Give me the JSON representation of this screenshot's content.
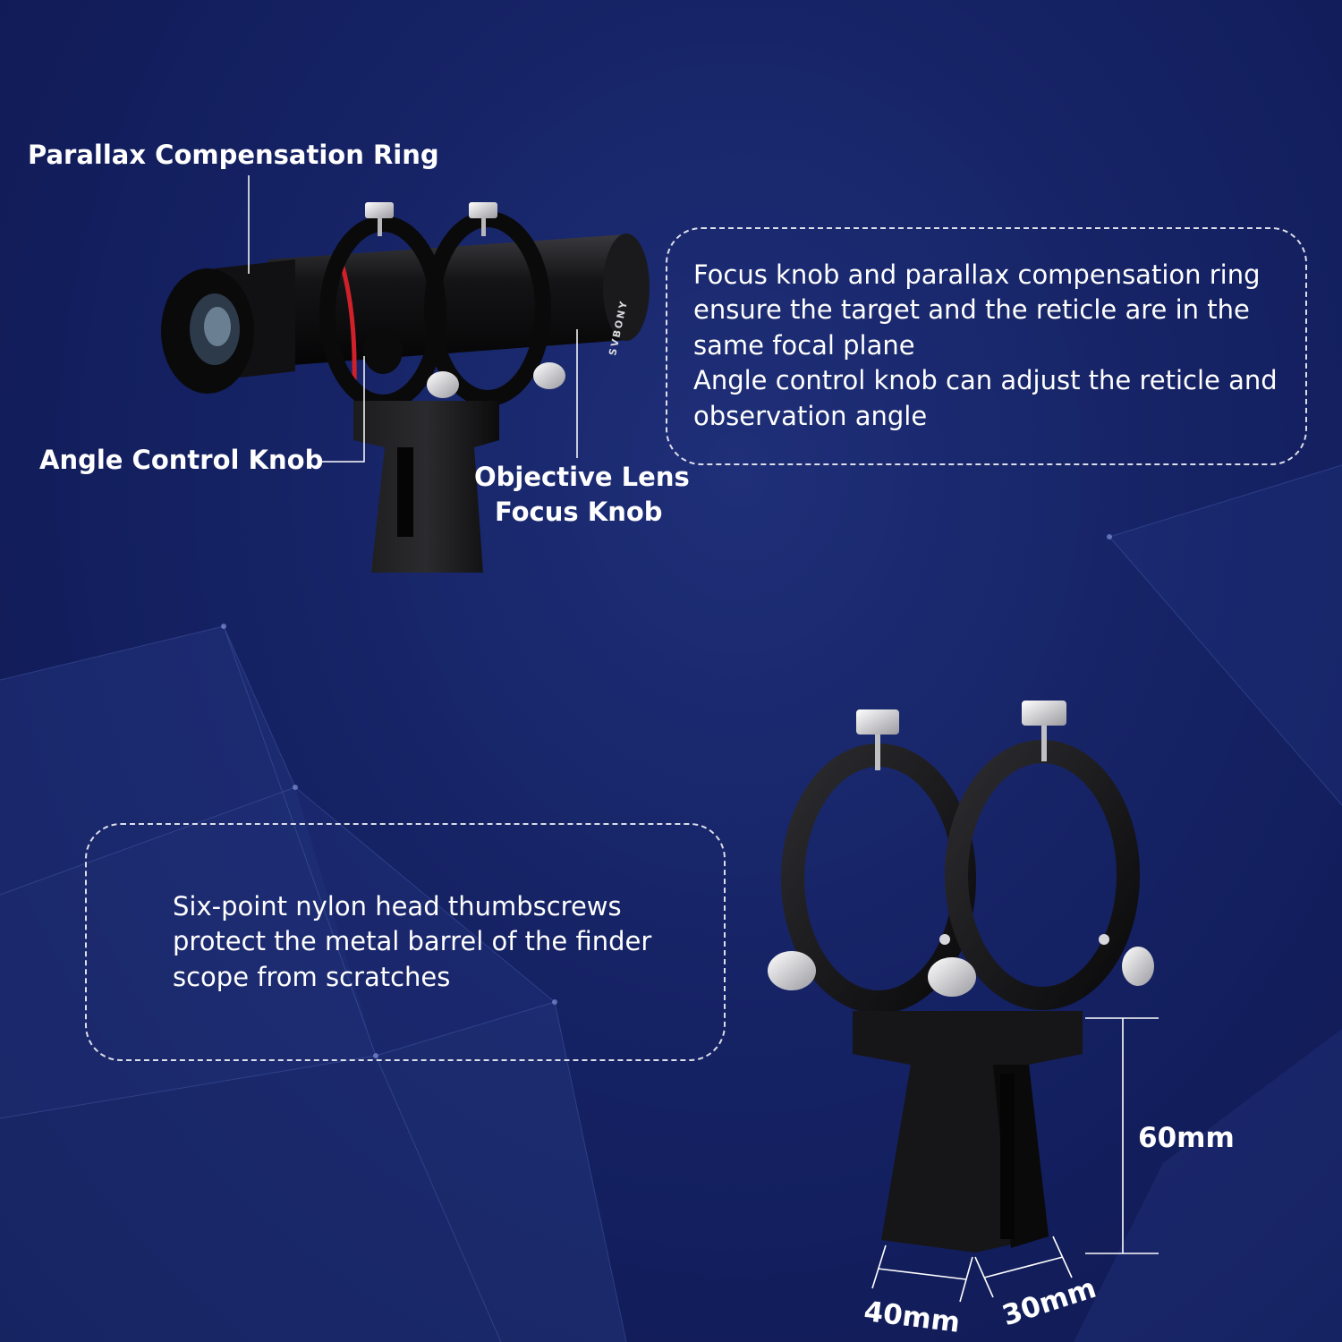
{
  "labels": {
    "parallax_ring": "Parallax Compensation Ring",
    "angle_knob": "Angle Control Knob",
    "objective_line1": "Objective Lens",
    "objective_line2": "Focus Knob"
  },
  "brand": "SVBONY",
  "callouts": {
    "top": {
      "line1": "Focus knob and parallax compensation ring",
      "line2": "ensure the target and the reticle are in the",
      "line3": "same focal plane",
      "line4": "Angle control knob can adjust the reticle and",
      "line5": "observation angle"
    },
    "bottom": {
      "line1": "Six-point nylon head thumbscrews",
      "line2": "protect the metal barrel of the finder",
      "line3": "scope from scratches"
    }
  },
  "dimensions": {
    "height": "60mm",
    "width": "40mm",
    "depth": "30mm"
  },
  "colors": {
    "background": "#152264",
    "accent_ring": "#d0202a",
    "text": "#ffffff"
  }
}
